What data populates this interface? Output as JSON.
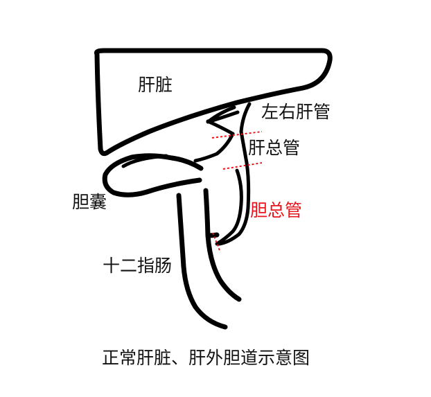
{
  "labels": {
    "liver": "肝脏",
    "left_right_hepatic_duct": "左右肝管",
    "common_hepatic_duct": "肝总管",
    "gallbladder": "胆囊",
    "common_bile_duct": "胆总管",
    "duodenum": "十二指肠"
  },
  "caption": "正常肝脏、肝外胆道示意图",
  "colors": {
    "outline": "#000000",
    "highlight": "#e8141b",
    "text": "#111111"
  }
}
